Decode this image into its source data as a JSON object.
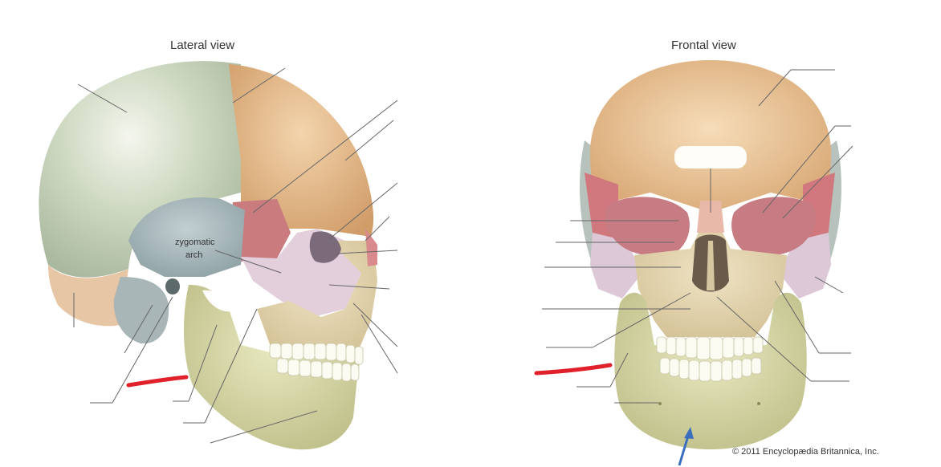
{
  "titles": {
    "lateral": "Lateral view",
    "frontal": "Frontal view"
  },
  "labels": {
    "zygomatic_line1": "zygomatic",
    "zygomatic_line2": "arch"
  },
  "copyright": "© 2011 Encyclopædia Britannica, Inc.",
  "colors": {
    "parietal": "#c9d4bd",
    "frontal": "#e6b98b",
    "temporal": "#a9b9bc",
    "sphenoid": "#c97b7e",
    "zygomatic": "#ddc5d3",
    "maxilla_mandible": "#dcdcaa",
    "occipital": "#e8c8a8",
    "red_mark": "#e0202a",
    "blue_arrow": "#3a6fbf"
  }
}
